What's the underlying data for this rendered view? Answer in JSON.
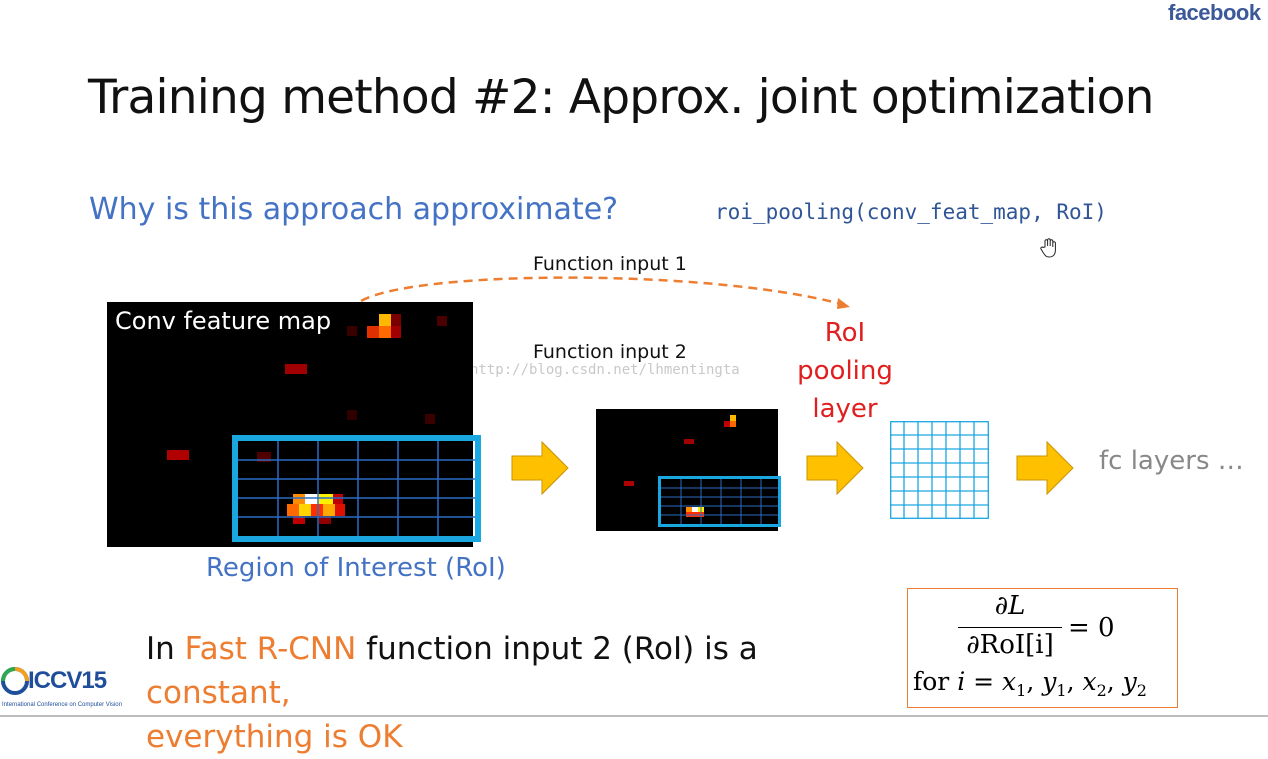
{
  "brand": "facebook",
  "slide": {
    "title": "Training method #2: Approx. joint optimization",
    "question": "Why is this approach approximate?",
    "code": "roi_pooling(conv_feat_map, RoI)",
    "function_input_1": "Function input 1",
    "function_input_2": "Function input 2",
    "feature_map_label": "Conv feature map",
    "roi_caption": "Region of Interest (RoI)",
    "pooling_label_line1": "RoI",
    "pooling_label_line2": "pooling",
    "pooling_label_line3": "layer",
    "fc_label": "fc layers …",
    "bottom": {
      "part1": "In ",
      "part2": "Fast R-CNN",
      "part3": " function input 2 (RoI) is a ",
      "part4": "constant,",
      "part5": "everything is OK"
    },
    "formula": {
      "numerator": "∂L",
      "denominator": "∂RoI[i]",
      "equals": "= 0",
      "for_text": "for "
    }
  },
  "logo": {
    "text": "ICCV15",
    "subtitle": "International Conference on Computer Vision"
  },
  "watermark": "http://blog.csdn.net/lhmentingta",
  "colors": {
    "title_blue": "#4472c4",
    "roi_cyan": "#1aa7e0",
    "orange": "#ed7d31",
    "red": "#e02020",
    "brand_blue": "#3b5998"
  },
  "icons": [
    "hand-cursor-icon",
    "right-arrow-icon",
    "iccv-logo-icon"
  ]
}
